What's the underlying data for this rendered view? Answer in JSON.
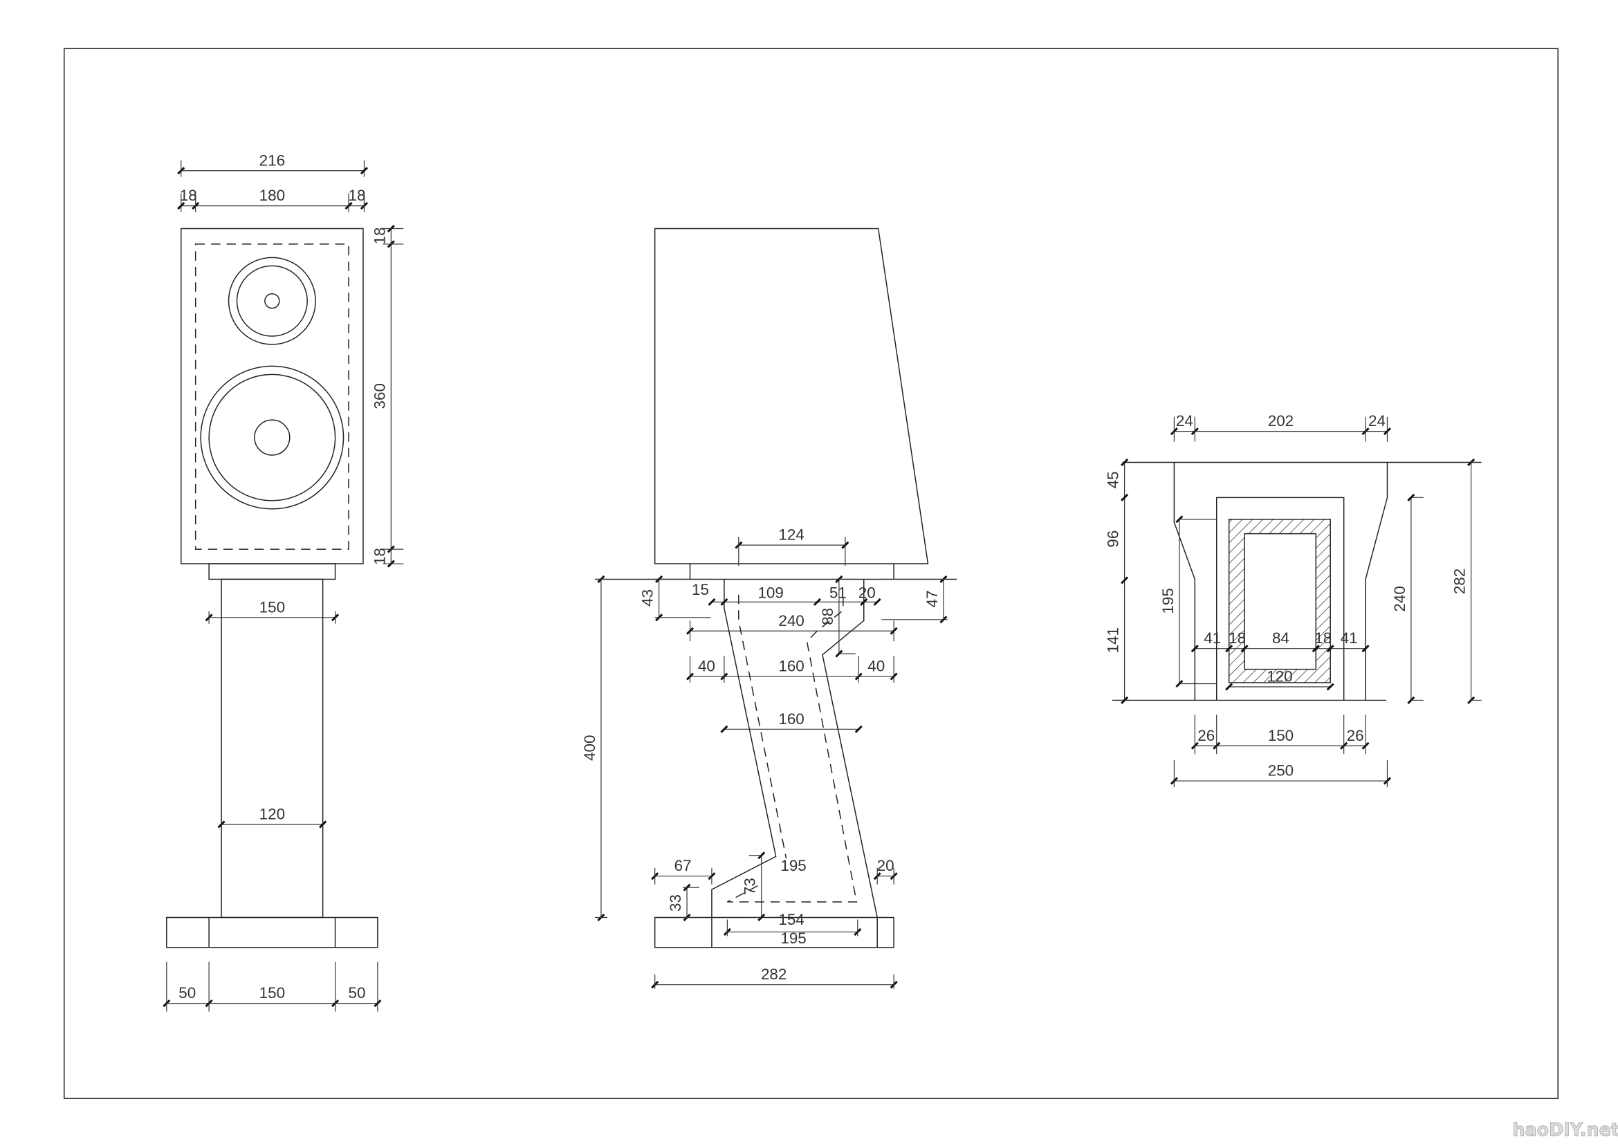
{
  "front_view": {
    "overall_width": "216",
    "side_left": "18",
    "inner_width": "180",
    "side_right": "18",
    "top_panel": "18",
    "inner_height": "360",
    "bottom_panel": "18",
    "column_top_width": "150",
    "column_width": "120",
    "base_left": "50",
    "base_mid": "150",
    "base_right": "50"
  },
  "side_view": {
    "top_plate_span": "124",
    "offset_43": "43",
    "offset_15": "15",
    "span_109": "109",
    "span_51": "51",
    "span_20_top": "20",
    "offset_47": "47",
    "drop_88": "88",
    "top_plate_depth": "240",
    "left_40": "40",
    "mid_160": "160",
    "right_40": "40",
    "slant_160": "160",
    "height_400": "400",
    "base_67": "67",
    "base_195_top": "195",
    "base_20": "20",
    "base_33": "33",
    "base_73": "73",
    "base_154": "154",
    "base_195": "195",
    "base_282": "282"
  },
  "top_view": {
    "left_24": "24",
    "mid_202": "202",
    "right_24": "24",
    "h_45": "45",
    "h_96": "96",
    "h_141": "141",
    "h_195": "195",
    "h_240": "240",
    "h_282": "282",
    "w_41_left": "41",
    "w_18_left": "18",
    "w_84": "84",
    "w_18_right": "18",
    "w_41_right": "41",
    "w_120": "120",
    "w_26_left": "26",
    "w_150": "150",
    "w_26_right": "26",
    "w_250": "250"
  },
  "watermark": "haoDIY.net"
}
